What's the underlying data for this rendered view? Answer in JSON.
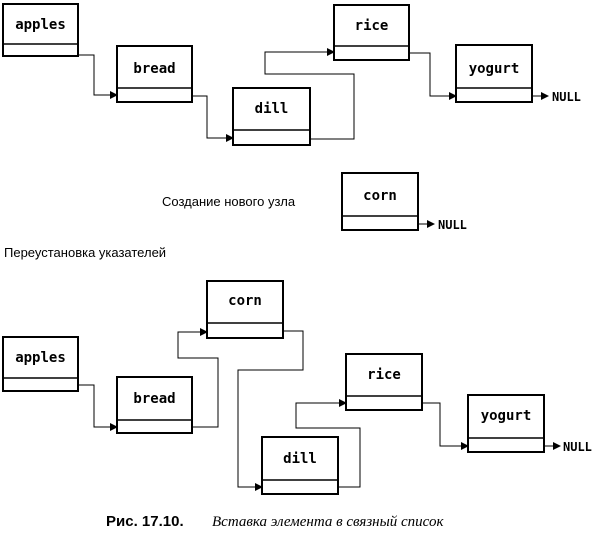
{
  "top_list": {
    "nodes": [
      "apples",
      "bread",
      "dill",
      "rice",
      "yogurt"
    ],
    "null_label": "NULL"
  },
  "new_node": {
    "caption": "Создание нового узла",
    "value": "corn",
    "null_label": "NULL"
  },
  "relink": {
    "caption": "Переустановка указателей",
    "nodes": [
      "apples",
      "bread",
      "corn",
      "dill",
      "rice",
      "yogurt"
    ],
    "null_label": "NULL"
  },
  "figure": {
    "number": "Рис. 17.10.",
    "title": "Вставка элемента в связный список"
  }
}
